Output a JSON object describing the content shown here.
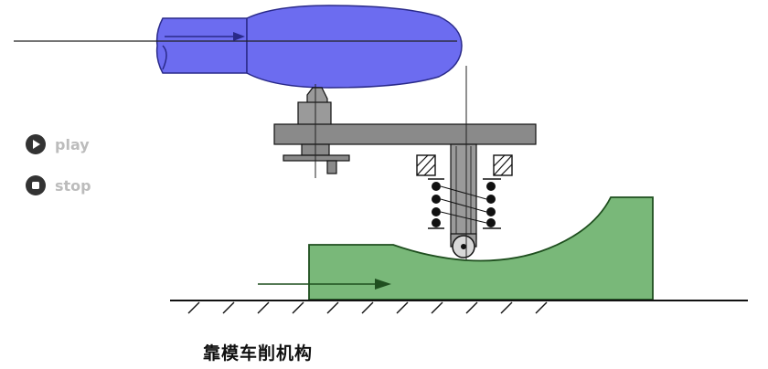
{
  "controls": {
    "play_label": "play",
    "stop_label": "stop"
  },
  "caption": "靠模车削机构",
  "colors": {
    "cutter": "#6c6cf0",
    "template": "#79b879",
    "frame": "#8a8a8a",
    "outline": "#111111",
    "control_icon": "#333333",
    "control_label": "#bcbcbc"
  },
  "parts": [
    "workpiece-cutter",
    "tool-holder",
    "follower-rod",
    "spring",
    "roller",
    "template-cam",
    "ground"
  ]
}
